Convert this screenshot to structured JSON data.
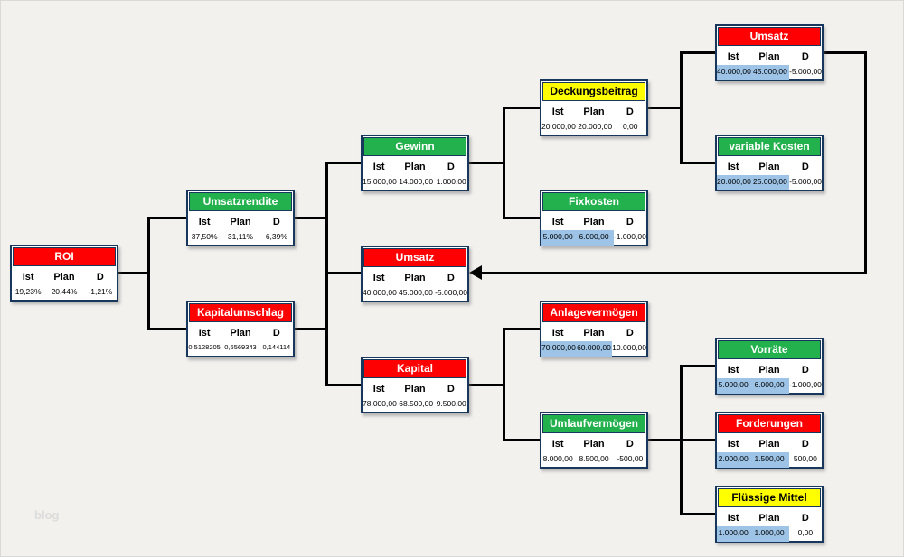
{
  "watermark": "blog",
  "columns": [
    "Ist",
    "Plan",
    "D"
  ],
  "palette": {
    "header_red": "#fe0002",
    "header_green": "#22b14c",
    "header_yellow": "#ffff00",
    "cell_blue": "#9dc3e6",
    "box_border_navy": "#17375d",
    "negative_value_text": "#fe0002",
    "connector_line": "#000000",
    "background": "#f2f1ee"
  },
  "nodes": [
    {
      "key": "roi",
      "title": "ROI",
      "header_color": "red",
      "values": [
        "19,23%",
        "20,44%",
        "-1,21%"
      ]
    },
    {
      "key": "umsatzrendite",
      "title": "Umsatzrendite",
      "header_color": "green",
      "values": [
        "37,50%",
        "31,11%",
        "6,39%"
      ]
    },
    {
      "key": "kapitalumschlag",
      "title": "Kapitalumschlag",
      "header_color": "red",
      "values": [
        "0,5128205",
        "0,6569343",
        "0,144114"
      ]
    },
    {
      "key": "gewinn",
      "title": "Gewinn",
      "header_color": "green",
      "values": [
        "15.000,00",
        "14.000,00",
        "1.000,00"
      ]
    },
    {
      "key": "umsatz-mitte",
      "title": "Umsatz",
      "header_color": "red",
      "values": [
        "40.000,00",
        "45.000,00",
        "-5.000,00"
      ]
    },
    {
      "key": "kapital",
      "title": "Kapital",
      "header_color": "red",
      "values": [
        "78.000,00",
        "68.500,00",
        "9.500,00"
      ]
    },
    {
      "key": "deckungsbeitrag",
      "title": "Deckungsbeitrag",
      "header_color": "yellow",
      "values": [
        "20.000,00",
        "20.000,00",
        "0,00"
      ]
    },
    {
      "key": "fixkosten",
      "title": "Fixkosten",
      "header_color": "green",
      "values": [
        "5.000,00",
        "6.000,00",
        "-1.000,00"
      ]
    },
    {
      "key": "anlagevermoegen",
      "title": "Anlagevermögen",
      "header_color": "red",
      "values": [
        "70.000,00",
        "60.000,00",
        "10.000,00"
      ]
    },
    {
      "key": "umlaufvermoegen",
      "title": "Umlaufvermögen",
      "header_color": "green",
      "values": [
        "8.000,00",
        "8.500,00",
        "-500,00"
      ]
    },
    {
      "key": "umsatz-oben",
      "title": "Umsatz",
      "header_color": "red",
      "values": [
        "40.000,00",
        "45.000,00",
        "-5.000,00"
      ]
    },
    {
      "key": "variable-kosten",
      "title": "variable Kosten",
      "header_color": "green",
      "values": [
        "20.000,00",
        "25.000,00",
        "-5.000,00"
      ]
    },
    {
      "key": "vorraete",
      "title": "Vorräte",
      "header_color": "green",
      "values": [
        "5.000,00",
        "6.000,00",
        "-1.000,00"
      ]
    },
    {
      "key": "forderungen",
      "title": "Forderungen",
      "header_color": "red",
      "values": [
        "2.000,00",
        "1.500,00",
        "500,00"
      ]
    },
    {
      "key": "fluessige-mittel",
      "title": "Flüssige Mittel",
      "header_color": "yellow",
      "values": [
        "1.000,00",
        "1.000,00",
        "0,00"
      ]
    }
  ]
}
